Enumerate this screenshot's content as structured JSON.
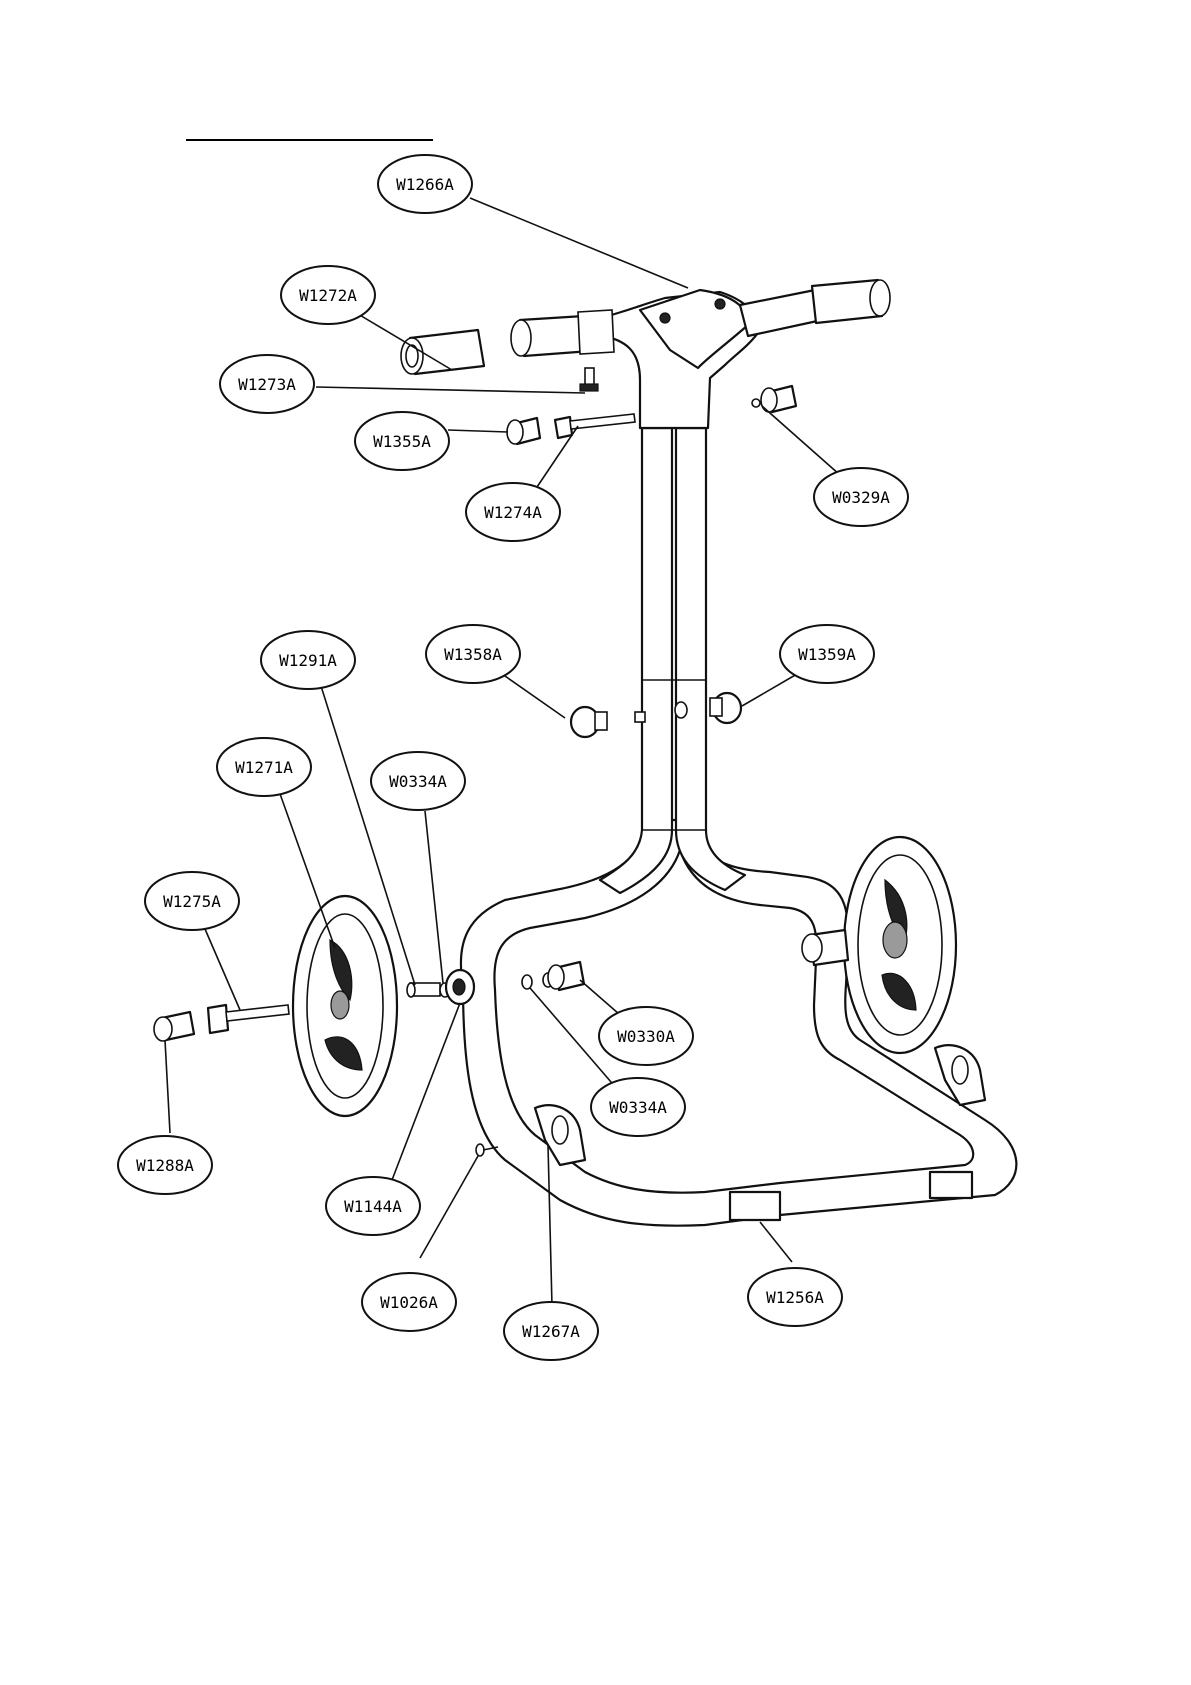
{
  "callouts": [
    {
      "id": "w1266a",
      "label": "W1266A"
    },
    {
      "id": "w1272a",
      "label": "W1272A"
    },
    {
      "id": "w1273a",
      "label": "W1273A"
    },
    {
      "id": "w1355a",
      "label": "W1355A"
    },
    {
      "id": "w1274a",
      "label": "W1274A"
    },
    {
      "id": "w0329a",
      "label": "W0329A"
    },
    {
      "id": "w1358a",
      "label": "W1358A"
    },
    {
      "id": "w1359a",
      "label": "W1359A"
    },
    {
      "id": "w1291a",
      "label": "W1291A"
    },
    {
      "id": "w1271a",
      "label": "W1271A"
    },
    {
      "id": "w0334a-upper",
      "label": "W0334A"
    },
    {
      "id": "w1275a",
      "label": "W1275A"
    },
    {
      "id": "w0330a",
      "label": "W0330A"
    },
    {
      "id": "w0334a-lower",
      "label": "W0334A"
    },
    {
      "id": "w1288a",
      "label": "W1288A"
    },
    {
      "id": "w1144a",
      "label": "W1144A"
    },
    {
      "id": "w1026a",
      "label": "W1026A"
    },
    {
      "id": "w1267a",
      "label": "W1267A"
    },
    {
      "id": "w1256a",
      "label": "W1256A"
    }
  ]
}
